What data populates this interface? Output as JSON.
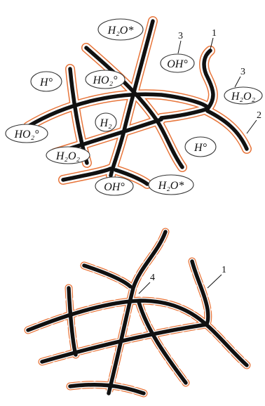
{
  "colors": {
    "fiber": "#111111",
    "halo": "#e8753a",
    "bubble_stroke": "#333333"
  },
  "top_panel": {
    "species": {
      "h2o_star_top": "H₂O*",
      "oh_top": "OH°",
      "h_left": "H°",
      "ho2_mid": "HO₂°",
      "h2o2_right": "H₂O₂",
      "h2_center": "H₂",
      "ho2_left": "HO₂°",
      "h_right": "H°",
      "h2o2_left": "H₂O₂",
      "oh_bottom": "OH°",
      "h2o_star_bottom": "H₂O*"
    },
    "numbers": {
      "n3_top": "3",
      "n1": "1",
      "n3_right": "3",
      "n2": "2"
    }
  },
  "bottom_panel": {
    "numbers": {
      "n4": "4",
      "n1": "1"
    }
  }
}
